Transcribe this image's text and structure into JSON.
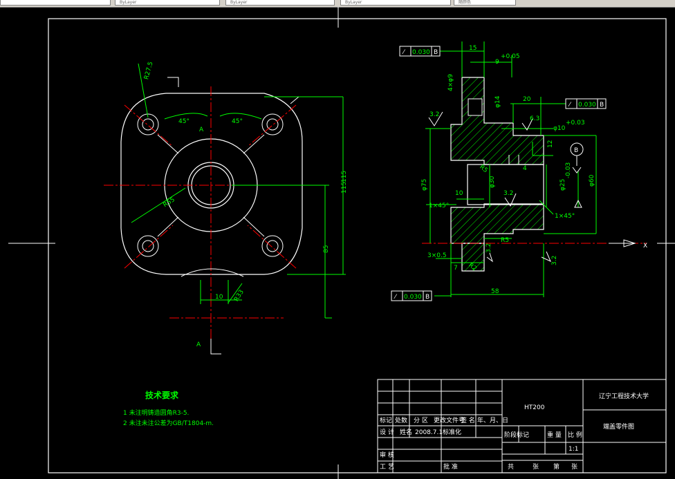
{
  "toolbar": {
    "fields": [
      "ByLayer",
      "ByLayer",
      "ByLayer",
      "随颜色"
    ]
  },
  "front_view": {
    "dims": {
      "r275": "R27.5",
      "a45l": "45°",
      "a45r": "45°",
      "labelA": "A",
      "r55": "R55",
      "d115a": "115",
      "d115b": "115",
      "d85": "85",
      "d10": "10",
      "r33": "R33",
      "labelA2": "A"
    }
  },
  "section_view": {
    "tol_top": "0.030",
    "tol_top_ref": "B",
    "tol_mid": "0.030",
    "tol_mid_ref": "B",
    "tol_bot": "0.030",
    "tol_bot_ref": "B",
    "datum": "B",
    "dims": {
      "d15": "15",
      "d9": "9",
      "tol9": "+0.05",
      "holes": "4×φ9",
      "phi14": "φ14",
      "d20": "20",
      "ra63": "6.3",
      "phi10": "φ10",
      "tol10": "+0.03",
      "d12": "12",
      "r5a": "R5",
      "d4": "4",
      "ra32a": "3.2",
      "phi75": "φ75",
      "d10b": "10",
      "phi30": "φ30",
      "ra32b": "3.2",
      "phi25": "φ25",
      "tol25": "-0.03",
      "phi60": "φ60",
      "c1a": "1×45°",
      "c1b": "1×45°",
      "r5b": "R5",
      "d3x05": "3×0.5",
      "d7": "7",
      "r2": "R2",
      "ra32c": "3.2",
      "d58": "58",
      "ra32d": "3.2",
      "axisX": "X"
    }
  },
  "tech_req": {
    "title": "技术要求",
    "items": [
      "1   未注明铸造圆角R3-5.",
      "2   未注未注公差为GB/T1804-m."
    ]
  },
  "title_block": {
    "material": "HT200",
    "school": "辽宁工程技术大学",
    "part_name": "端盖零件图",
    "h_mark": "标记",
    "h_count": "处数",
    "h_zone": "分 区",
    "h_docno": "更改文件号",
    "h_sign": "签 名",
    "h_date": "年、月、日",
    "design": "设 计",
    "designer": "姓名",
    "design_date": "2008.7.1",
    "standard": "标准化",
    "h_stage": "阶段标记",
    "h_weight": "重 量",
    "h_scale": "比 例",
    "scale": "1:1",
    "review": "审 核",
    "process": "工 艺",
    "approve": "批 准",
    "total": "共",
    "sheet": "张",
    "page": "第",
    "sheet2": "张"
  },
  "colors": {
    "outline": "#ffffff",
    "dimension": "#00ff00",
    "centerline": "#ff0000",
    "hatch": "#00ff00",
    "background": "#000000"
  }
}
